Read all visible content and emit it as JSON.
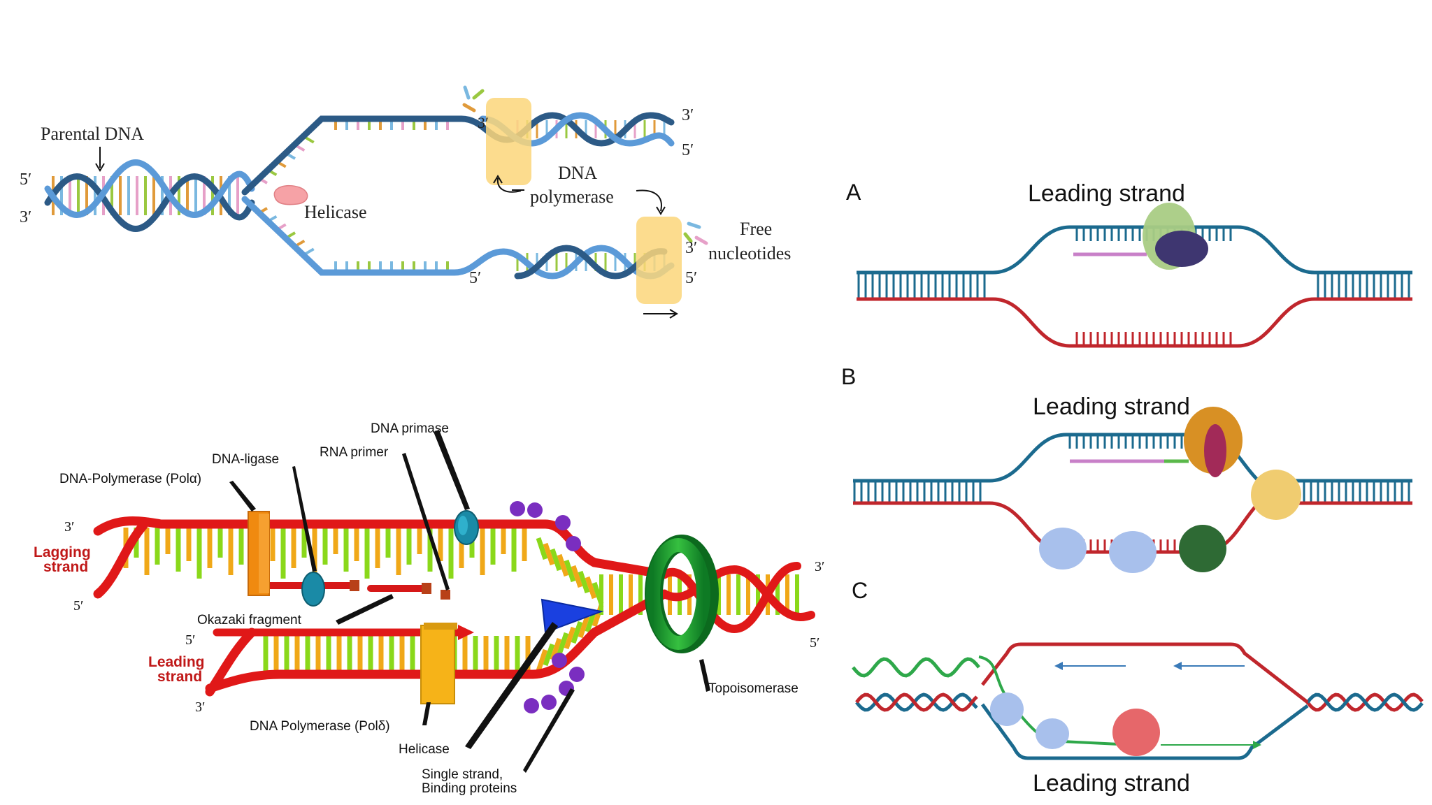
{
  "top_left": {
    "parental_dna": "Parental DNA",
    "helicase": "Helicase",
    "dna_polymerase_line1": "DNA",
    "dna_polymerase_line2": "polymerase",
    "free_nucleotides_line1": "Free",
    "free_nucleotides_line2": "nucleotides",
    "end_5": "5′",
    "end_3": "3′"
  },
  "bottom_left": {
    "dna_primase": "DNA primase",
    "rna_primer": "RNA primer",
    "dna_ligase": "DNA-ligase",
    "pol_alpha": "DNA-Polymerase (Polα)",
    "lagging_1": "Lagging",
    "lagging_2": "strand",
    "leading_1": "Leading",
    "leading_2": "strand",
    "okazaki": "Okazaki fragment",
    "pol_delta": "DNA Polymerase (Polδ)",
    "helicase": "Helicase",
    "ssb_1": "Single strand,",
    "ssb_2": "Binding proteins",
    "topoisomerase": "Topoisomerase",
    "end_5": "5′",
    "end_3": "3′"
  },
  "right": {
    "label_a": "A",
    "label_b": "B",
    "label_c": "C",
    "leading_strand": "Leading strand"
  },
  "colors": {
    "helix_dark": "#2c5a86",
    "helix_light": "#5b9ad8",
    "polymerase_box": "#fbd67a",
    "red_strand": "#d82020",
    "rung_green": "#8ad81a",
    "rung_orange": "#f0a818",
    "teal": "#1b6a8e",
    "crimson": "#c0262c"
  }
}
